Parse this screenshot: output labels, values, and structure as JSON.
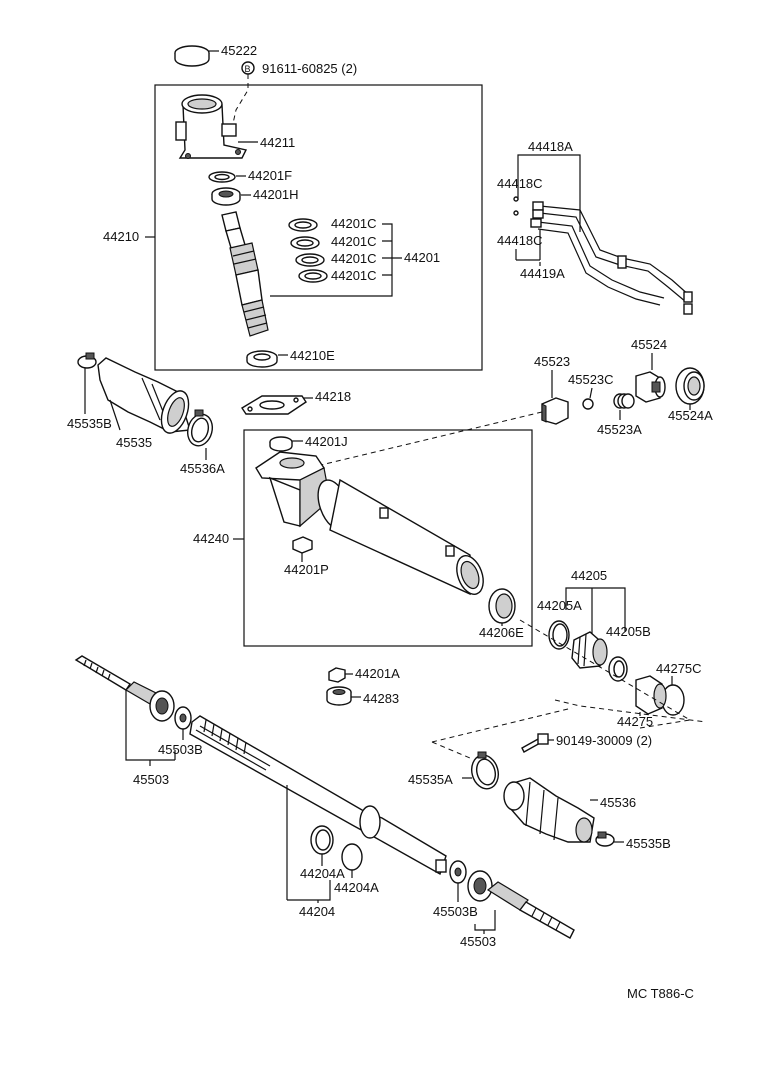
{
  "labels": {
    "p45222": "45222",
    "p91611": "91611-60825 (2)",
    "p91611_badge": "B",
    "p44211": "44211",
    "p44201F": "44201F",
    "p44201H": "44201H",
    "p44210": "44210",
    "p44201C_1": "44201C",
    "p44201C_2": "44201C",
    "p44201C_3": "44201C",
    "p44201C_4": "44201C",
    "p44201": "44201",
    "p44210E": "44210E",
    "p44418A": "44418A",
    "p44418C_1": "44418C",
    "p44418C_2": "44418C",
    "p44419A": "44419A",
    "p45535B_1": "45535B",
    "p45535": "45535",
    "p45536A": "45536A",
    "p44218": "44218",
    "p45523": "45523",
    "p45523C": "45523C",
    "p45523A": "45523A",
    "p45524": "45524",
    "p45524A": "45524A",
    "p44201J": "44201J",
    "p44240": "44240",
    "p44201P": "44201P",
    "p44206E": "44206E",
    "p44205": "44205",
    "p44205A": "44205A",
    "p44205B": "44205B",
    "p44275C": "44275C",
    "p44275": "44275",
    "p44201A": "44201A",
    "p44283": "44283",
    "p45503B_1": "45503B",
    "p45503_1": "45503",
    "p90149": "90149-30009 (2)",
    "p45535A": "45535A",
    "p45536": "45536",
    "p45535B_2": "45535B",
    "p44204A_1": "44204A",
    "p44204A_2": "44204A",
    "p44204": "44204",
    "p45503B_2": "45503B",
    "p45503_2": "45503",
    "figure_code": "MC  T886-C"
  }
}
